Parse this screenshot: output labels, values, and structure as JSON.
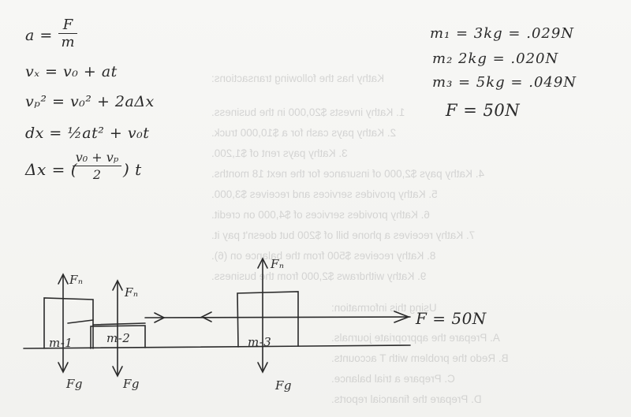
{
  "equations": {
    "newton_lhs": "a =",
    "newton_num": "F",
    "newton_den": "m",
    "vel": "vₓ = v₀ + at",
    "vel_sq": "vₚ² = v₀² + 2aΔx",
    "disp": "dx = ½at² + v₀t",
    "avg_lhs": "Δx = (",
    "avg_num": "v₀ + vₚ",
    "avg_den": "2",
    "avg_rhs": ") t"
  },
  "masses": {
    "m1": "m₁ = 3kg = .029N",
    "m2": "m₂  2kg = .020N",
    "m3": "m₃ = 5kg = .049N",
    "force": "F = 50N"
  },
  "diagram": {
    "fn1": "Fₙ",
    "fg1": "Fg",
    "m1": "m-1",
    "fn2": "Fₙ",
    "fg2": "Fg",
    "m2": "m-2",
    "fn3": "Fₙ",
    "fg3": "Fg",
    "m3": "m-3",
    "applied": "F = 50N"
  },
  "bleed_through": {
    "intro": "Kathy has the following transactions:",
    "items": [
      "1.  Kathy invests $20,000 in the business.",
      "2.  Kathy pays cash for a $10,000 truck.",
      "3.  Kathy pays rent of $1,200.",
      "4.  Kathy pays $2,000 of insurance for the next 18 months.",
      "5.  Kathy provides services and receives $3,000.",
      "6.  Kathy provides services of $4,000 on credit.",
      "7.  Kathy receives a phone bill of $200 but doesn't pay it.",
      "8.  Kathy receives $500 from the balance on (6).",
      "9.  Kathy withdraws $2,000 from the business."
    ],
    "using": "Using this information:",
    "tasks": [
      "A.  Prepare the appropriate journals.",
      "B.  Redo the problem with T accounts.",
      "C.  Prepare a trial balance.",
      "D.  Prepare the financial reports."
    ]
  },
  "colors": {
    "ink": "#2a2a2a",
    "bleed": "#b9b9b9",
    "paper": "#f5f5f2"
  }
}
